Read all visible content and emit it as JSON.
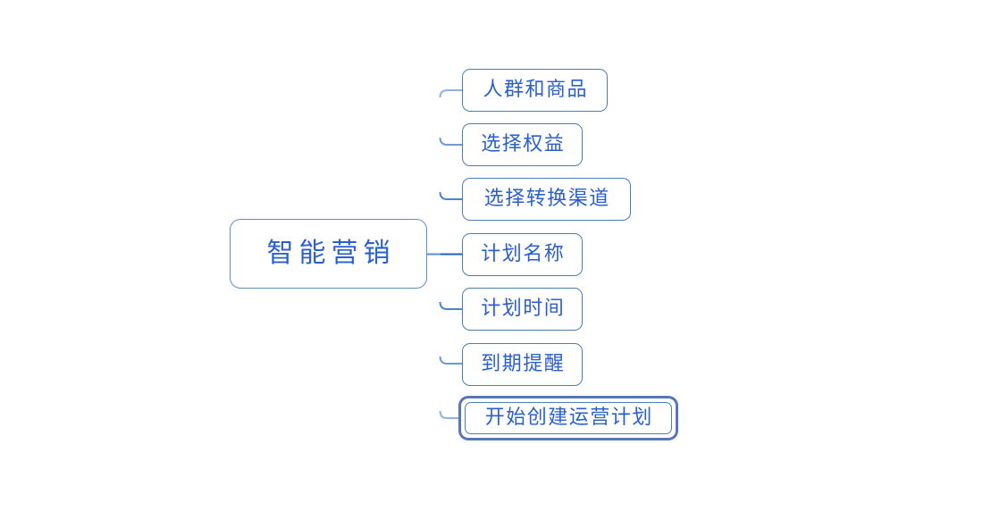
{
  "diagram": {
    "type": "mind-map",
    "background_color": "#ffffff",
    "node_text_color": "#2a5fd0",
    "node_border_color": "#4a7ebb",
    "connector_color": "#1f5fbf",
    "selection_ring_color": "#5a75b8",
    "root": {
      "label": "智能营销"
    },
    "children": [
      {
        "label": "人群和商品",
        "selected": false
      },
      {
        "label": "选择权益",
        "selected": false
      },
      {
        "label": "选择转换渠道",
        "selected": false
      },
      {
        "label": "计划名称",
        "selected": false
      },
      {
        "label": "计划时间",
        "selected": false
      },
      {
        "label": "到期提醒",
        "selected": false
      },
      {
        "label": "开始创建运营计划",
        "selected": true
      }
    ]
  }
}
